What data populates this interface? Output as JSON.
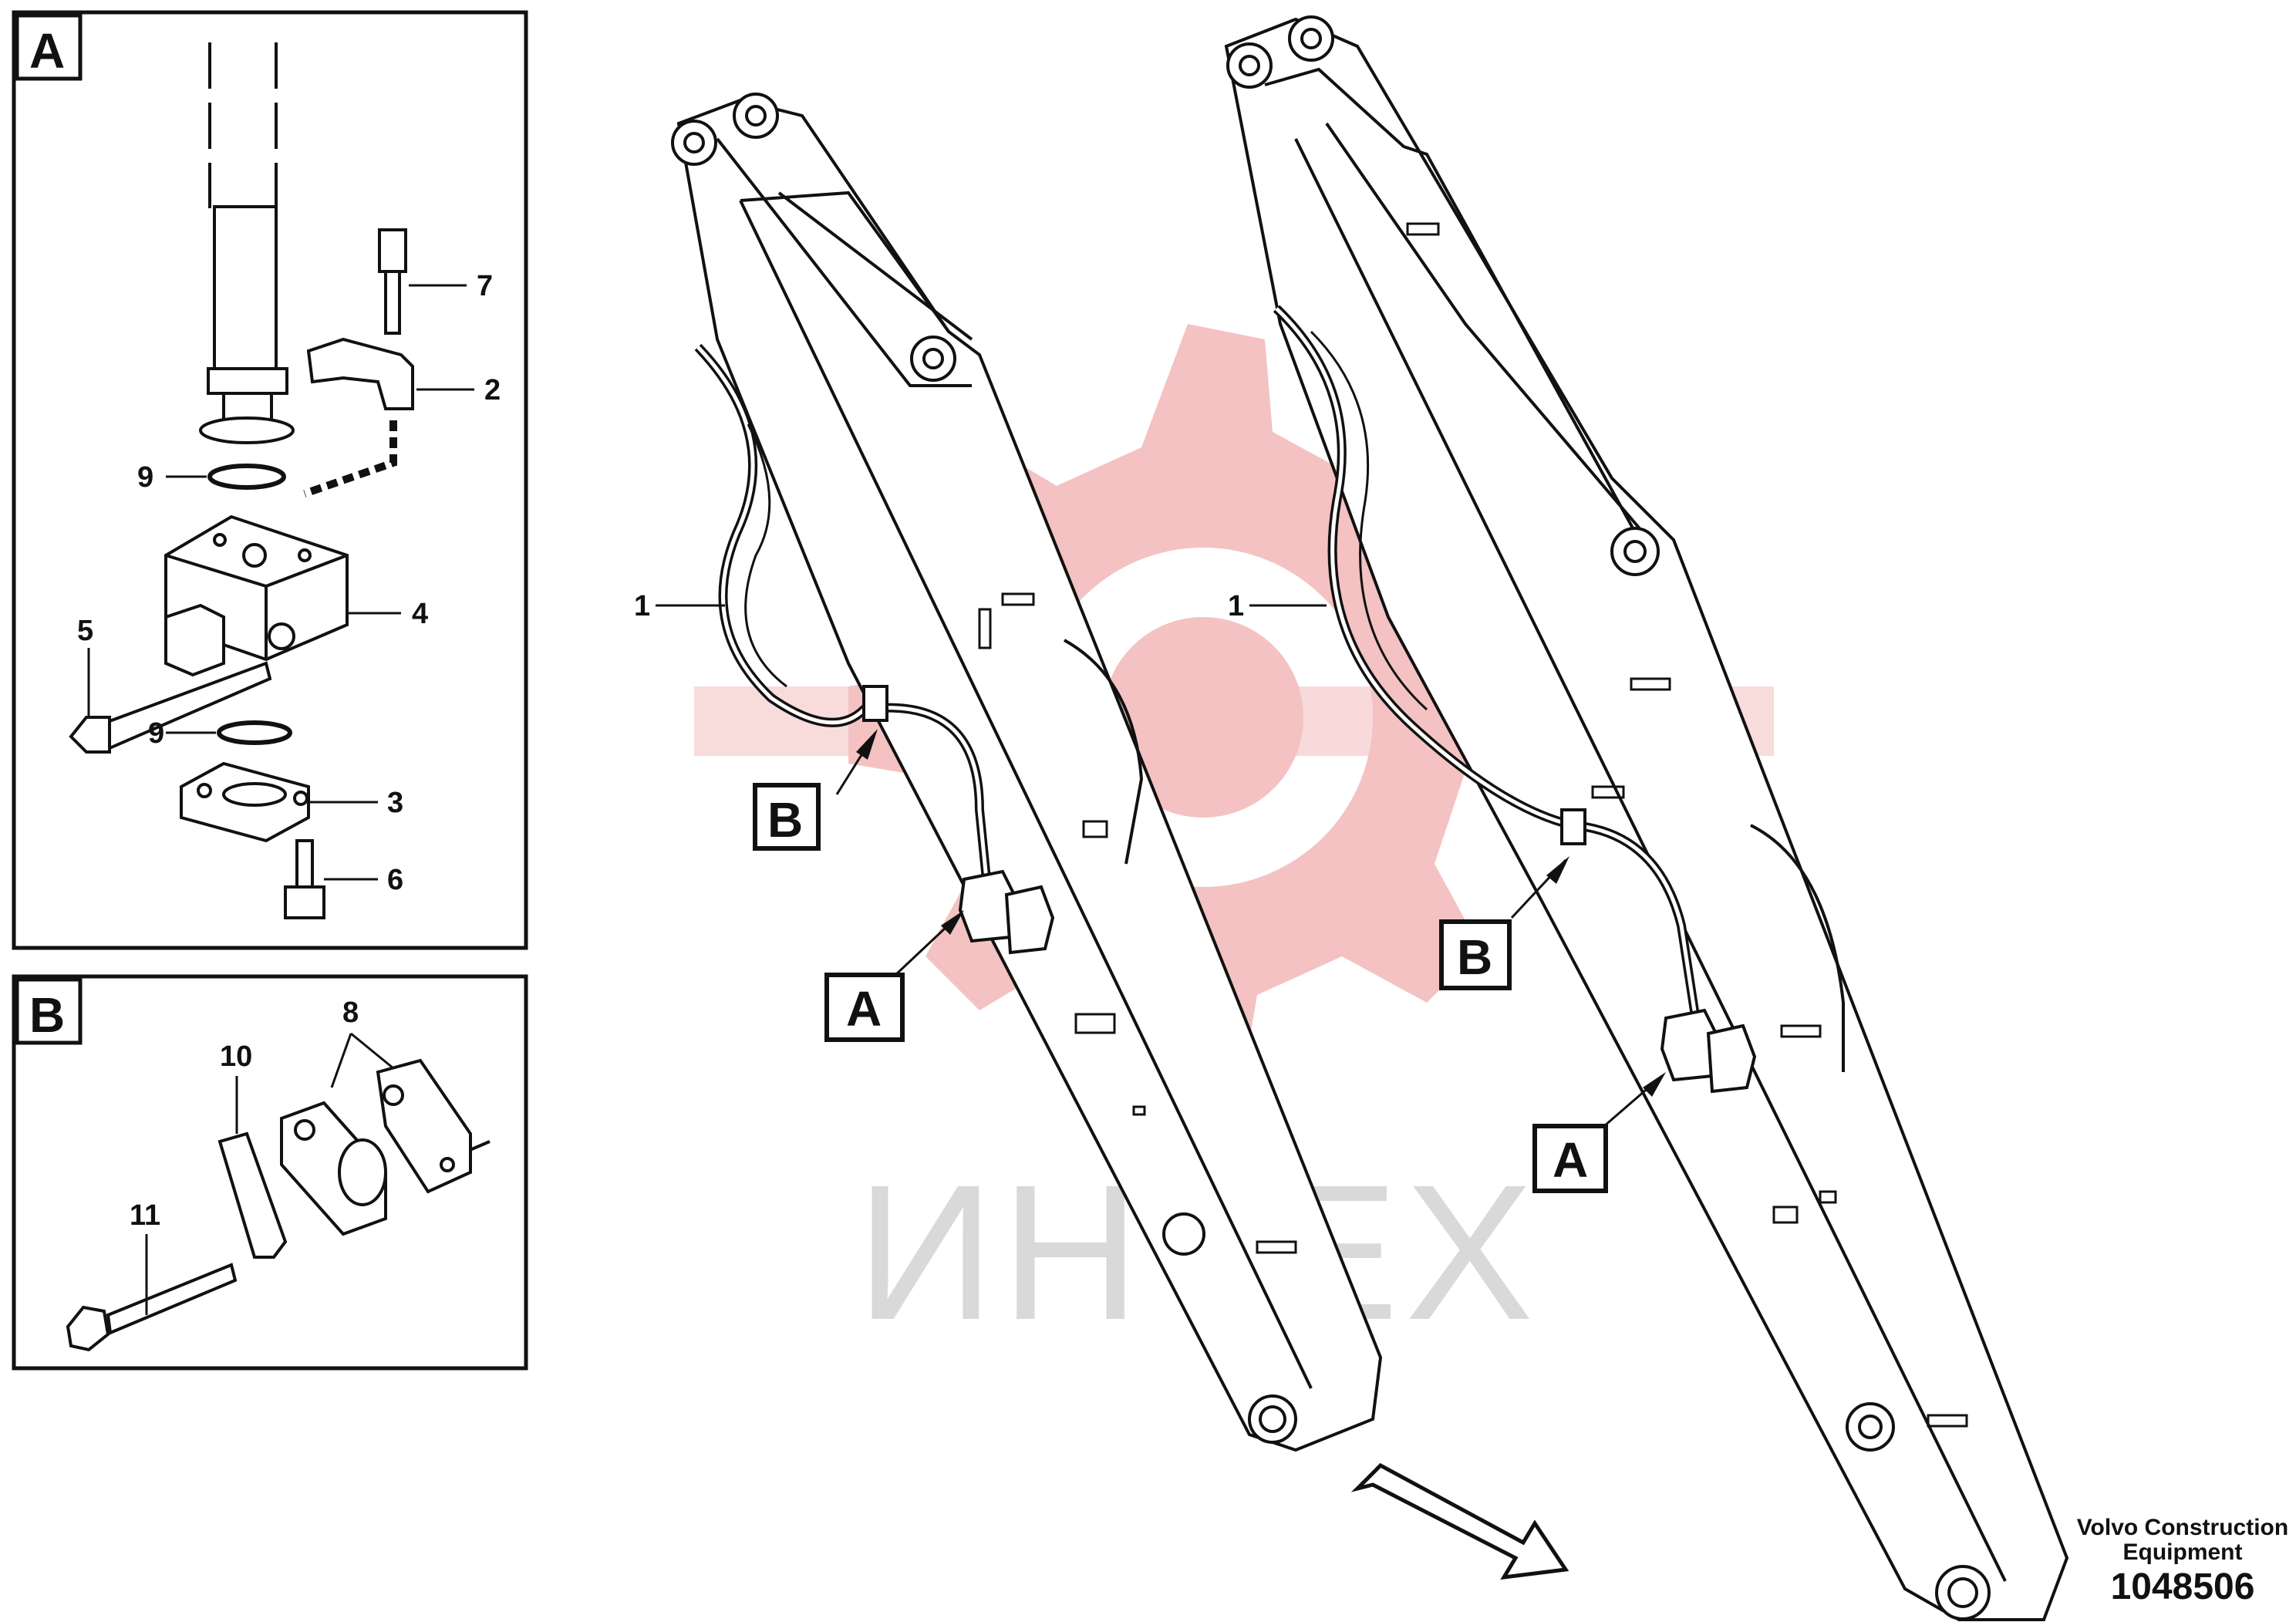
{
  "detail_a": {
    "letter": "A",
    "callouts": [
      "7",
      "2",
      "9",
      "4",
      "5",
      "9",
      "3",
      "6"
    ]
  },
  "detail_b": {
    "letter": "B",
    "callouts": [
      "8",
      "10",
      "11"
    ]
  },
  "boom_left": {
    "hose_callout": "1",
    "ref_b": "B",
    "ref_a": "A"
  },
  "boom_right": {
    "hose_callout": "1",
    "ref_b": "B",
    "ref_a": "A"
  },
  "watermark": {
    "text": "ИНТЕХ"
  },
  "footer": {
    "brand_line1": "Volvo Construction",
    "brand_line2": "Equipment",
    "part_number": "1048506"
  },
  "colors": {
    "line": "#111111",
    "watermark_red": "#f2b8b8",
    "watermark_gray": "#d9d9d9"
  }
}
